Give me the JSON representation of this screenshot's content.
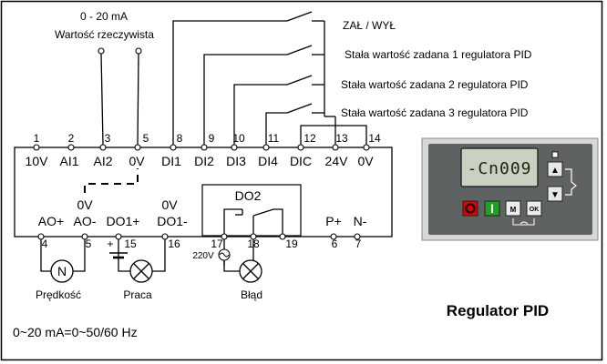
{
  "terminals_top": [
    {
      "num": "1",
      "label": "10V"
    },
    {
      "num": "2",
      "label": "AI1"
    },
    {
      "num": "3",
      "label": "AI2"
    },
    {
      "num": "5",
      "label": "0V"
    },
    {
      "num": "8",
      "label": "DI1"
    },
    {
      "num": "9",
      "label": "DI2"
    },
    {
      "num": "10",
      "label": "DI3"
    },
    {
      "num": "11",
      "label": "DI4"
    },
    {
      "num": "12",
      "label": "DIC"
    },
    {
      "num": "13",
      "label": "24V"
    },
    {
      "num": "14",
      "label": "0V"
    }
  ],
  "terminals_bottom_labels": {
    "ao_plus": "AO+",
    "ao_minus": "AO-",
    "ao_minus_0v": "0V",
    "do1_plus": "DO1+",
    "do1_minus": "DO1-",
    "do1_minus_0v": "0V",
    "do2": "DO2",
    "p_plus": "P+",
    "n_minus": "N-"
  },
  "terminals_bottom_nums": {
    "t4": "4",
    "t5": "5",
    "t15": "15",
    "t16": "16",
    "t17": "17",
    "t18": "18",
    "t19": "19",
    "t6": "6",
    "t7": "7"
  },
  "input_note": {
    "line1": "0 - 20 mA",
    "line2": "Wartość rzeczywista"
  },
  "switch_labels": [
    "ZAŁ / WYŁ",
    "Stała wartość zadana 1 regulatora PID",
    "Stała wartość zadana 2 regulatora PID",
    "Stała wartość zadana 3 regulatora PID"
  ],
  "outputs": {
    "meter_symbol": "N",
    "meter_label": "Prędkość",
    "lamp1_label": "Praca",
    "lamp2_label": "Błąd",
    "relay_voltage": "220V",
    "polarity_plus": "+"
  },
  "footer_note": "0~20 mA=0~50/60 Hz",
  "panel": {
    "title": "Regulator PID",
    "display": "-Cn009",
    "key_run": "I",
    "key_m": "M",
    "key_ok": "OK",
    "key_up": "▲",
    "key_down": "▼",
    "key_stop": "O"
  }
}
